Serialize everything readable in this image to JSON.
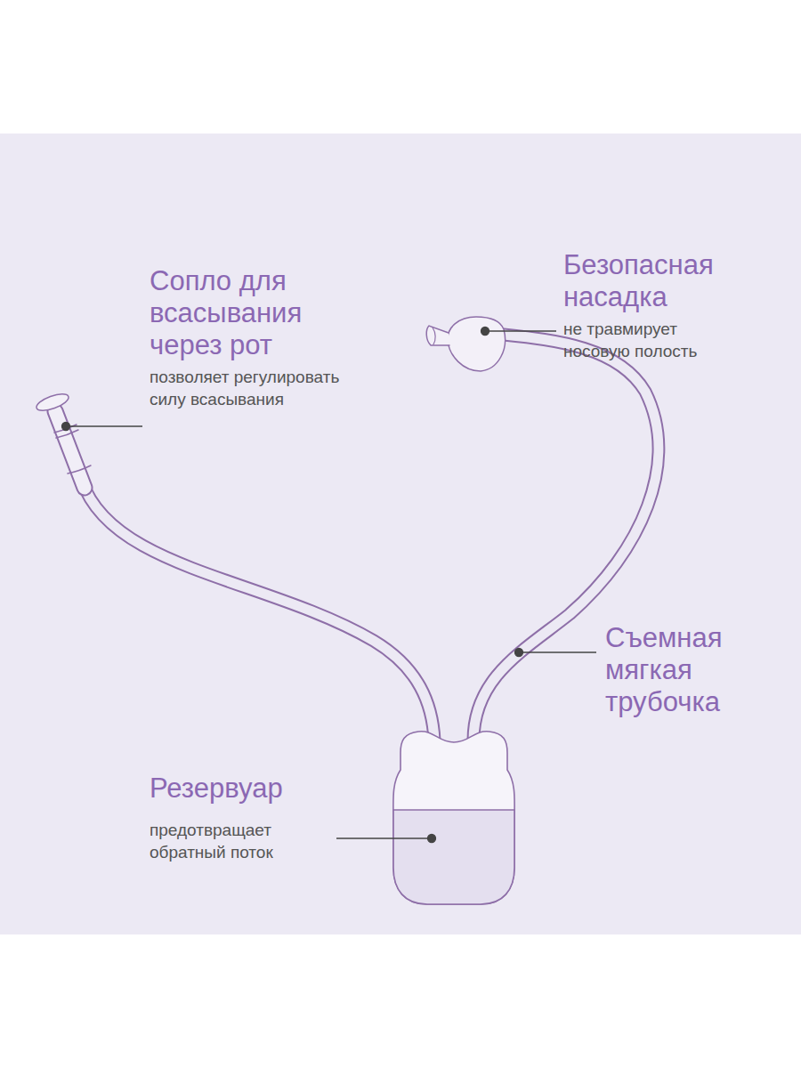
{
  "diagram": {
    "labels": [
      "Сопло для всасывания через рот",
      "позволяет регулировать силу всасывания",
      "Безопасная насадка",
      "не травмирует носовую полость",
      "Съемная мягкая трубочка",
      "Резервуар",
      "предотвращает обратный поток"
    ]
  }
}
